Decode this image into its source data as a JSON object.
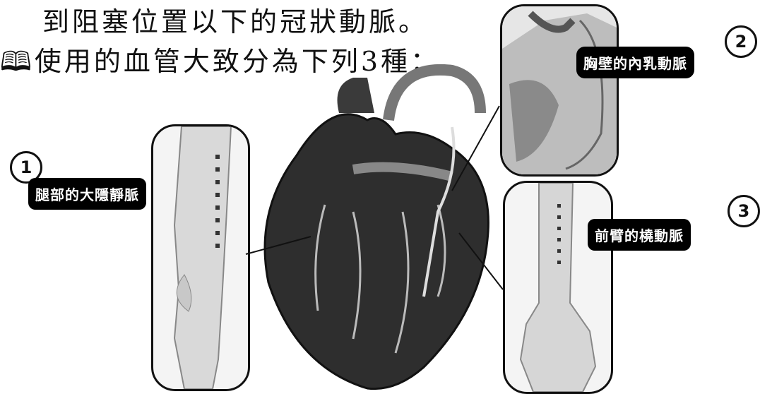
{
  "text": {
    "line1": "到阻塞位置以下的冠狀動脈。",
    "line2_icon": "book-icon",
    "line2": "使用的血管大致分為下列3種："
  },
  "vessels": [
    {
      "number": "1",
      "label": "腿部的大隱靜脈"
    },
    {
      "number": "2",
      "label": "胸壁的內乳動脈"
    },
    {
      "number": "3",
      "label": "前臂的橈動脈"
    }
  ],
  "colors": {
    "label_bg": "#000000",
    "label_text": "#ffffff",
    "panel_border": "#111111"
  }
}
